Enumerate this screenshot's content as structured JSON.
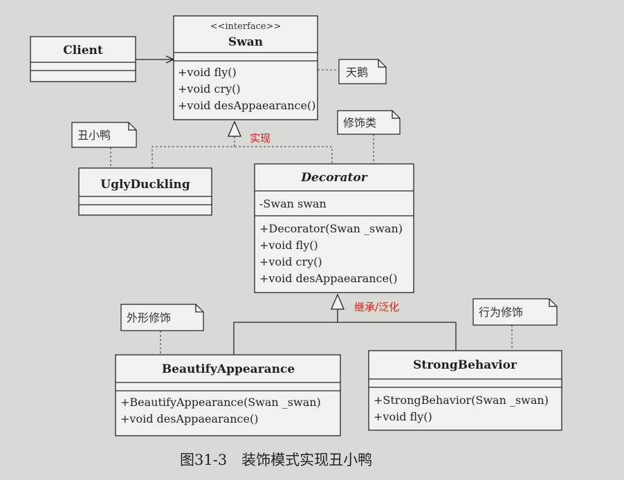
{
  "diagram": {
    "classes": {
      "client": {
        "name": "Client"
      },
      "swan": {
        "stereotype": "<<interface>>",
        "name": "Swan",
        "methods": [
          "+void fly()",
          "+void cry()",
          "+void desAppaearance()"
        ]
      },
      "ugly": {
        "name": "UglyDuckling"
      },
      "decorator": {
        "name": "Decorator",
        "fields": [
          "-Swan swan"
        ],
        "methods": [
          "+Decorator(Swan _swan)",
          "+void fly()",
          "+void cry()",
          "+void desAppaearance()"
        ]
      },
      "beautify": {
        "name": "BeautifyAppearance",
        "methods": [
          "+BeautifyAppearance(Swan _swan)",
          "+void desAppaearance()"
        ]
      },
      "strong": {
        "name": "StrongBehavior",
        "methods": [
          "+StrongBehavior(Swan _swan)",
          "+void fly()"
        ]
      }
    },
    "notes": {
      "swan": "天鹅",
      "decorator": "修饰类",
      "ugly": "丑小鸭",
      "beautify": "外形修饰",
      "strong": "行为修饰"
    },
    "annotations": {
      "realize": "实现",
      "inherit": "继承/泛化"
    },
    "caption": "图31-3　装饰模式实现丑小鸭",
    "colors": {
      "annotation": "#e0201a"
    }
  }
}
